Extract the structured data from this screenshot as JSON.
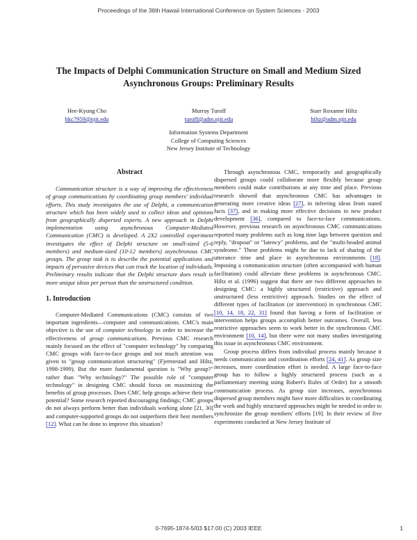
{
  "header": {
    "running_head": "Proceedings of the 36th Hawaii International Conference on System Sciences - 2003"
  },
  "title": "The Impacts of Delphi Communication Structure on Small and Medium Sized Asynchronous Groups: Preliminary Results",
  "authors": [
    {
      "name": "Hee-Kyung Cho",
      "email": "hkc7959@njit.edu"
    },
    {
      "name": "Murray Turoff",
      "email": "turoff@adm.njit.edu"
    },
    {
      "name": "Starr Roxanne Hiltz",
      "email": "hiltz@adm.njit.edu"
    }
  ],
  "affiliation": {
    "line1": "Information Systems Department",
    "line2": "College of Computing Sciences",
    "line3": "New Jersey Institute of Technology"
  },
  "abstract": {
    "heading": "Abstract",
    "text": "Communication structure is a way of improving the effectiveness of group communications by coordinating group members' individual efforts. This study investigates the use of Delphi, a communication structure which has been widely used to collect ideas and opinions from geographically dispersed experts. A new approach in Delphi implementation using asynchronous Computer-Mediated Communication (CMC) is developed. A 2X2 controlled experiment investigates the effect of Delphi structure on small-sized (5-6 members) and medium-sized (10-12 members) asynchronous CMC groups. The group task is to describe the potential applications and impacts of pervasive devices that can track the location of individuals. Preliminary results indicate that the Delphi structure does result in more unique ideas per person than the unstructured condition."
  },
  "intro": {
    "heading": "1. Introduction",
    "p1": {
      "a": "Computer-Mediated Communications (CMC) consists of two important ingredients—computer and communications. CMC's main objective is the use of ",
      "b": "computer technology",
      "c": " in order to increase the effectiveness of ",
      "d": "group communications",
      "e": ". Previous CMC research mainly focused on the effect of \"computer technology\" by comparing CMC groups with face-to-face groups and not much attention was given to \"group communication structuring\" (Fjermestad and Hiltz, 1998-1999). But the more fundamental question is \"Why group?\" rather than \"Why technology?\" The possible role of \"computer technology\" in designing CMC should focus on maximizing the benefits of group processes. Does CMC help groups achieve their true potential? Some research reported discouraging findings; CMC groups do not always perform better than individuals working alone [21, 30] and computer-supported groups do not outperform their best members ",
      "ref": "[12]",
      "f": ". What can be done to improve this situation?"
    }
  },
  "right": {
    "p1": {
      "a": "Through asynchronous CMC, temporarily and geographically dispersed groups could collaborate more flexibly because group members could make contributions at any time and place. Previous research showed that asynchronous CMC has advantages in generating more creative ideas ",
      "r1": "[27]",
      "b": ", in inferring ideas from stated facts ",
      "r2": "[37]",
      "c": ", and in making more effective decisions in new product development ",
      "r3": "[36]",
      "d": ", compared to face-to-face communications. However, previous research on asynchronous CMC communications reported many problems such as long time lags between question and reply, \"dropout\" or \"latency\" problems, and the \"multi-headed animal syndrome.\" These problems might be due to lack of sharing of the utterance time and place in asynchronous environments ",
      "r4": "[18]",
      "e": ". Imposing a communication structure (often accompanied with human facilitation) could alleviate these problems in asynchronous CMC. Hiltz et al. (1996) suggest that there are two different approaches in designing CMC: a highly structured (restrictive) approach and unstructured (less restrictive) approach. Studies on the effect of different types of facilitation (or intervention) in synchronous CMC ",
      "r5": "[10, 14, 18, 22, 31]",
      "f": " found that having a form of facilitation or intervention helps groups accomplish better outcomes. Overall, less restrictive approaches seem to work better in the synchronous CMC environment ",
      "r6": "[10, 14]",
      "g": ", but there were not many studies investigating this issue in asynchronous CMC environment."
    },
    "p2": {
      "a": "Group process differs from individual process mainly because it needs communication and coordination efforts ",
      "r1": "[24, 41]",
      "b": ". As group size increases, more coordination effort is needed. A large face-to-face group has to follow a highly structured process (such as a parliamentary meeting using Robert's Rules of Order) for a smooth communication process. As group size increases, asynchronous dispersed group members might have more difficulties in coordinating the work and highly structured approaches might be needed in order to synchronize the group members' efforts [19]. In their review of five experiments conducted at New Jersey Institute of"
    }
  },
  "footer": {
    "isbn": "0-7695-1874-5/03 $17.00 (C) 2003 IEEE",
    "page": "1"
  }
}
